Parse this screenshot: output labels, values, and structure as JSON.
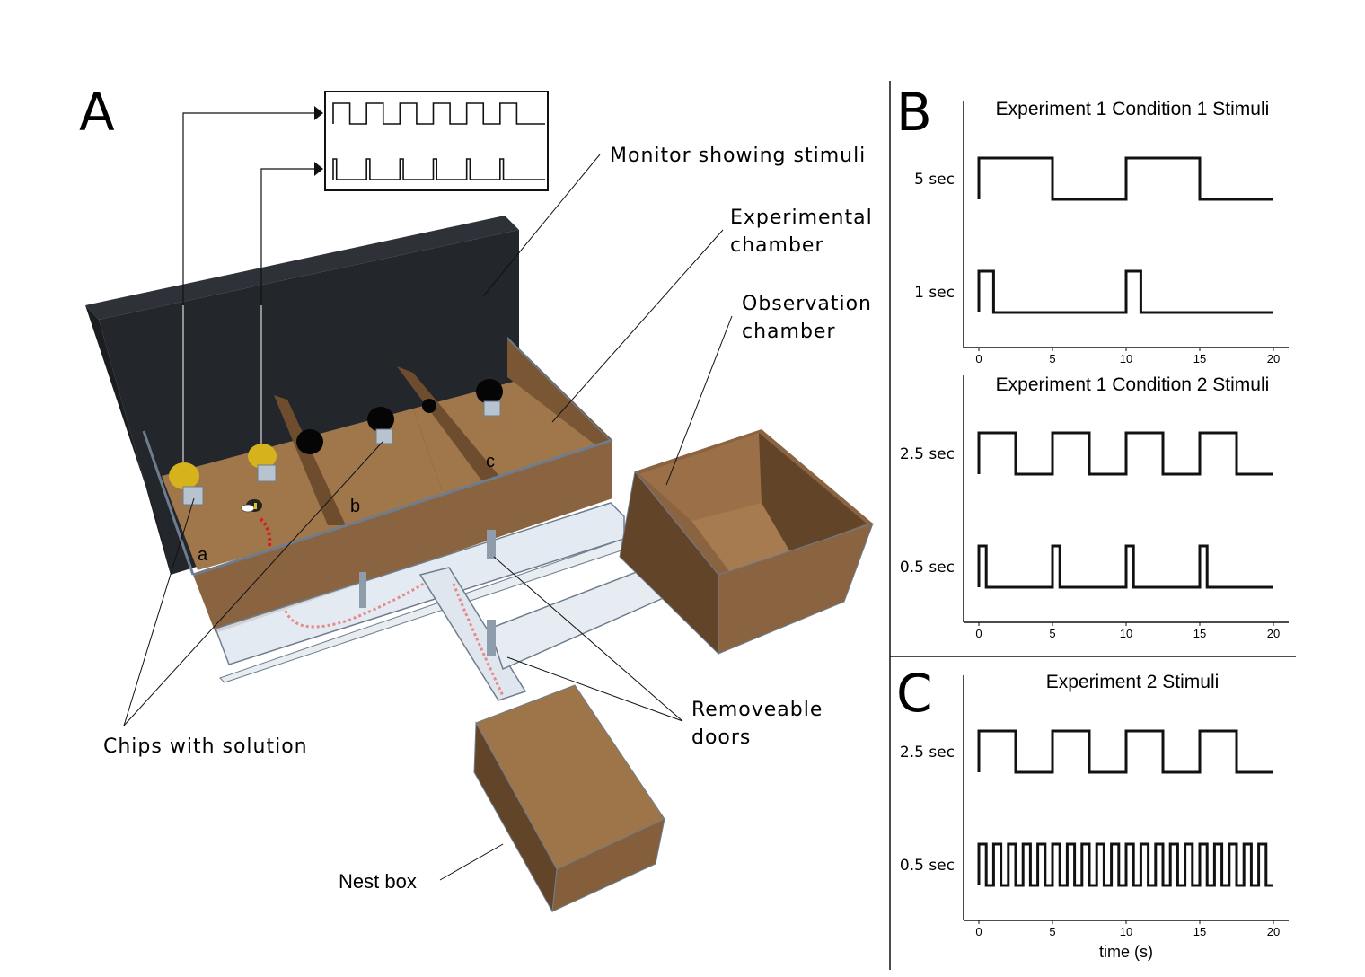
{
  "panels": {
    "A": {
      "letter": "A",
      "labels": {
        "monitor": "Monitor showing stimuli",
        "experimental_1": "Experimental",
        "experimental_2": "chamber",
        "observation_1": "Observation",
        "observation_2": "chamber",
        "chips": "Chips with solution",
        "doors_1": "Removeable",
        "doors_2": "doors",
        "nest": "Nest box",
        "compartment_a": "a",
        "compartment_b": "b",
        "compartment_c": "c"
      },
      "inset_monitor": {
        "top_pulses": 6,
        "bottom_pulses": 6
      },
      "colors": {
        "monitor": "#23262b",
        "wood_light": "#a0764b",
        "wood_mid": "#855f3b",
        "wood_dark": "#624429",
        "chip_lit": "#d6b21c",
        "chip_dark": "#050505",
        "path": "#d62020",
        "glass": "#dfe6ee"
      }
    },
    "B": {
      "letter": "B"
    },
    "C": {
      "letter": "C"
    }
  },
  "chart_data": [
    {
      "type": "line",
      "panel": "B",
      "title": "Experiment 1 Condition 1 Stimuli",
      "xlabel": "",
      "xlim": [
        0,
        20
      ],
      "xticks": [
        "0",
        "5",
        "10",
        "15",
        "20"
      ],
      "series": [
        {
          "name": "5 sec",
          "period": 10,
          "on_duration": 5,
          "onsets": [
            0,
            10
          ]
        },
        {
          "name": "1 sec",
          "period": 10,
          "on_duration": 1,
          "onsets": [
            0,
            10
          ]
        }
      ]
    },
    {
      "type": "line",
      "panel": "B",
      "title": "Experiment 1 Condition 2 Stimuli",
      "xlabel": "",
      "xlim": [
        0,
        20
      ],
      "xticks": [
        "0",
        "5",
        "10",
        "15",
        "20"
      ],
      "series": [
        {
          "name": "2.5 sec",
          "period": 5,
          "on_duration": 2.5,
          "onsets": [
            0,
            5,
            10,
            15
          ]
        },
        {
          "name": "0.5 sec",
          "period": 5,
          "on_duration": 0.5,
          "onsets": [
            0,
            5,
            10,
            15
          ]
        }
      ]
    },
    {
      "type": "line",
      "panel": "C",
      "title": "Experiment 2 Stimuli",
      "xlabel": "time (s)",
      "xlim": [
        0,
        20
      ],
      "xticks": [
        "0",
        "5",
        "10",
        "15",
        "20"
      ],
      "series": [
        {
          "name": "2.5 sec",
          "period": 5,
          "on_duration": 2.5,
          "onsets": [
            0,
            5,
            10,
            15
          ]
        },
        {
          "name": "0.5 sec",
          "period": 1,
          "on_duration": 0.5,
          "onsets": [
            0,
            1,
            2,
            3,
            4,
            5,
            6,
            7,
            8,
            9,
            10,
            11,
            12,
            13,
            14,
            15,
            16,
            17,
            18,
            19
          ]
        }
      ]
    }
  ]
}
